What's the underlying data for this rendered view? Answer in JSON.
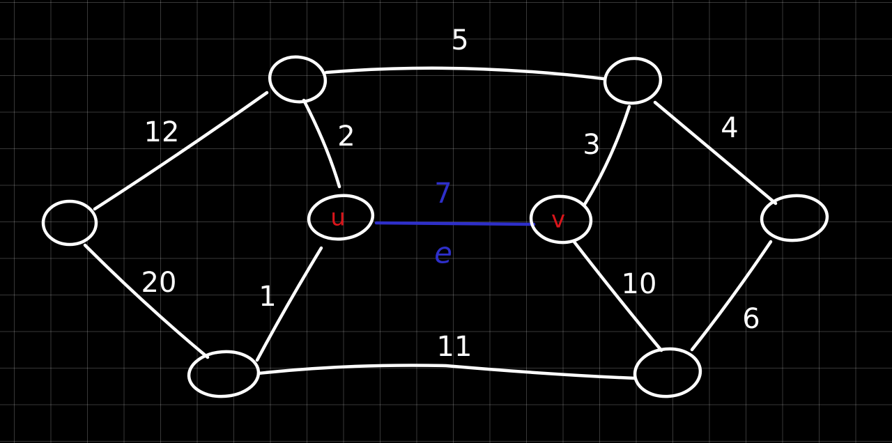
{
  "colors": {
    "background": "#000000",
    "ink": "#ffffff",
    "highlight": "#2e2fc9",
    "node_label": "#d9151b"
  },
  "nodes": [
    {
      "id": "top-left",
      "label": ""
    },
    {
      "id": "top-right",
      "label": ""
    },
    {
      "id": "far-left",
      "label": ""
    },
    {
      "id": "u",
      "label": "u"
    },
    {
      "id": "v",
      "label": "v"
    },
    {
      "id": "far-right",
      "label": ""
    },
    {
      "id": "bottom-left",
      "label": ""
    },
    {
      "id": "bottom-right",
      "label": ""
    }
  ],
  "edges": [
    {
      "from": "top-left",
      "to": "top-right",
      "weight": "5"
    },
    {
      "from": "far-left",
      "to": "top-left",
      "weight": "12"
    },
    {
      "from": "top-left",
      "to": "u",
      "weight": "2"
    },
    {
      "from": "top-right",
      "to": "v",
      "weight": "3"
    },
    {
      "from": "top-right",
      "to": "far-right",
      "weight": "4"
    },
    {
      "from": "u",
      "to": "v",
      "weight": "7",
      "name": "e",
      "highlighted": true
    },
    {
      "from": "far-left",
      "to": "bottom-left",
      "weight": "20"
    },
    {
      "from": "u",
      "to": "bottom-left",
      "weight": "1"
    },
    {
      "from": "v",
      "to": "bottom-right",
      "weight": "10"
    },
    {
      "from": "far-right",
      "to": "bottom-right",
      "weight": "6"
    },
    {
      "from": "bottom-left",
      "to": "bottom-right",
      "weight": "11"
    }
  ]
}
